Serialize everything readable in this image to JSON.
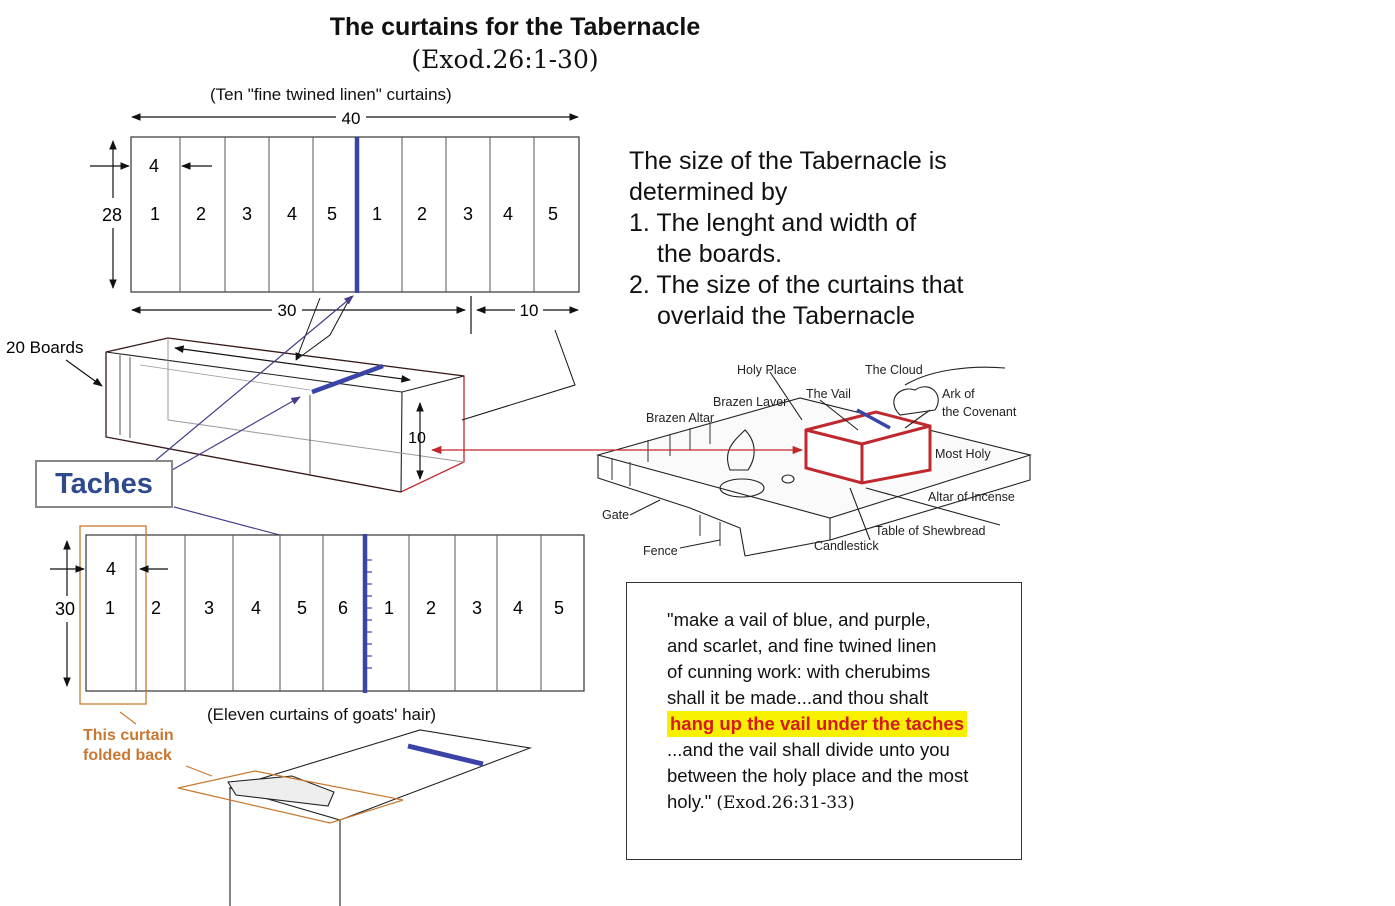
{
  "title": "The curtains for the Tabernacle",
  "reference": "(Exod.26:1-30)",
  "linen": {
    "caption": "(Ten \"fine twined linen\" curtains)",
    "width_label": "40",
    "height_label": "28",
    "overlap_label": "4",
    "curtain_numbers": [
      "1",
      "2",
      "3",
      "4",
      "5",
      "1",
      "2",
      "3",
      "4",
      "5"
    ],
    "holy_place_label": "30",
    "most_holy_label": "10"
  },
  "boards": {
    "label": "20 Boards",
    "height_label": "10"
  },
  "taches_label": "Taches",
  "goats_hair": {
    "caption": "(Eleven curtains of goats' hair)",
    "height_label": "30",
    "overlap_label": "4",
    "curtain_numbers": [
      "1",
      "2",
      "3",
      "4",
      "5",
      "6",
      "1",
      "2",
      "3",
      "4",
      "5"
    ],
    "folded_note": "This curtain folded back"
  },
  "size_text": {
    "heading": "The size of the Tabernacle is determined by",
    "item1": "1. The lenght and width of",
    "item1b": "the boards.",
    "item2": "2. The size of the curtains that",
    "item2b": "overlaid the Tabernacle"
  },
  "court_labels": {
    "holy_place": "Holy Place",
    "cloud": "The Cloud",
    "vail": "The Vail",
    "ark": "Ark of",
    "ark2": "the Covenant",
    "brazen_laver": "Brazen Laver",
    "brazen_altar": "Brazen Altar",
    "most_holy": "Most Holy",
    "altar_incense": "Altar of Incense",
    "shewbread": "Table of Shewbread",
    "candlestick": "Candlestick",
    "gate": "Gate",
    "fence": "Fence"
  },
  "quote": {
    "l1": "\"make a vail of blue, and purple,",
    "l2": "and scarlet, and fine twined linen",
    "l3": "of cunning work: with cherubims",
    "l4": "shall it be made...and thou shalt",
    "highlight": "hang up the vail under the taches",
    "l6": "...and the vail shall divide unto you",
    "l7": "between the holy place and the most",
    "l8": "holy.\"",
    "ref": "(Exod.26:31-33)"
  },
  "colors": {
    "vail_blue": "#3a44a8",
    "court_red": "#c0282d",
    "folded_orange": "#c87830",
    "highlight_yellow": "#f7f000",
    "taches_text": "#2e4a8c"
  }
}
